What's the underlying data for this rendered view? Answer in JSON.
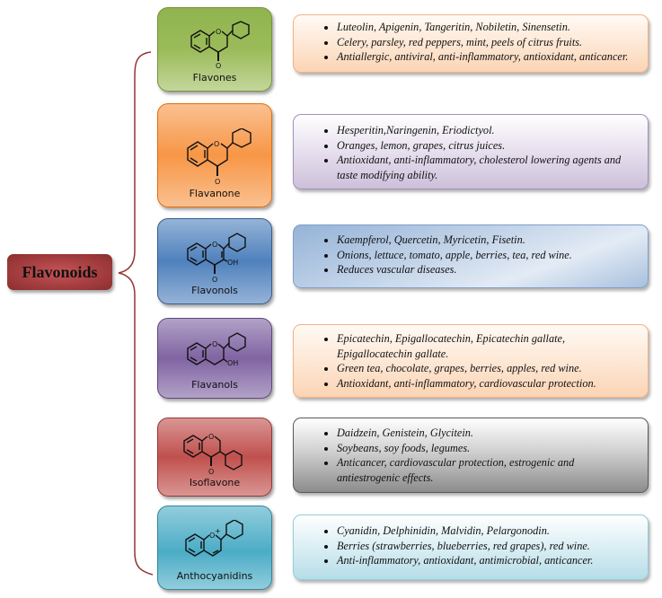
{
  "root": {
    "label": "Flavonoids",
    "color": "#a53e40"
  },
  "classes": [
    {
      "name": "Flavones",
      "structure_icon": "flavone-structure-icon",
      "box_color": "#9bbb59",
      "info_color": "#fbd4b4",
      "items": [
        "Luteolin, Apigenin, Tangeritin, Nobiletin, Sinensetin.",
        "Celery, parsley, red peppers, mint, peels of citrus fruits.",
        "Antiallergic, antiviral, anti-inflammatory, antioxidant, anticancer."
      ]
    },
    {
      "name": "Flavanone",
      "structure_icon": "flavanone-structure-icon",
      "box_color": "#f79646",
      "info_color": "#ccc0da",
      "items": [
        "Hesperitin,Naringenin, Eriodictyol.",
        "Oranges, lemon, grapes, citrus juices.",
        "Antioxidant, anti-inflammatory, cholesterol lowering agents and taste modifying ability."
      ]
    },
    {
      "name": "Flavonols",
      "structure_icon": "flavonol-structure-icon",
      "box_color": "#4f81bd",
      "info_color": "#95b3d7",
      "oh_label": "OH",
      "items": [
        "Kaempferol, Quercetin, Myricetin, Fisetin.",
        "Onions, lettuce, tomato, apple, berries, tea, red wine.",
        "Reduces vascular diseases."
      ]
    },
    {
      "name": "Flavanols",
      "structure_icon": "flavanol-structure-icon",
      "box_color": "#8064a2",
      "info_color": "#fbd4b4",
      "oh_label": "OH",
      "items": [
        "Epicatechin, Epigallocatechin, Epicatechin gallate, Epigallocatechin gallate.",
        "Green tea, chocolate, grapes, berries, apples, red wine.",
        "Antioxidant, anti-inflammatory, cardiovascular protection."
      ]
    },
    {
      "name": "Isoflavone",
      "structure_icon": "isoflavone-structure-icon",
      "box_color": "#c0504d",
      "info_color": "#808080",
      "items": [
        "Daidzein, Genistein, Glycitein.",
        "Soybeans, soy foods, legumes.",
        "Anticancer, cardiovascular protection, estrogenic and antiestrogenic effects."
      ]
    },
    {
      "name": "Anthocyanidins",
      "structure_icon": "anthocyanidin-structure-icon",
      "box_color": "#4bacc6",
      "info_color": "#b7dde8",
      "items": [
        "Cyanidin, Delphinidin, Malvidin, Pelargonodin.",
        "Berries (strawberries, blueberries, red grapes), red wine.",
        "Anti-inflammatory, antioxidant, antimicrobial, anticancer."
      ]
    }
  ],
  "atoms": {
    "oxygen": "O",
    "oxygen_cation": "O",
    "plus": "+"
  }
}
